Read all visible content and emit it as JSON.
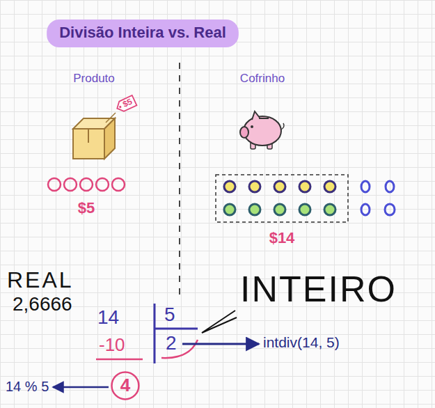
{
  "diagram": {
    "title": "Divisão Inteira vs. Real",
    "nodes": [
      {
        "text": [
          "$5"
        ]
      },
      {
        "text": [
          "4"
        ]
      }
    ],
    "labels": [
      "Produto",
      "Cofrinho",
      "$5",
      "$14",
      "REAL",
      "INTEIRO",
      "2,6666",
      "14",
      "5",
      "intdiv(14, 5)",
      "-10",
      "2",
      "14 % 5"
    ]
  }
}
